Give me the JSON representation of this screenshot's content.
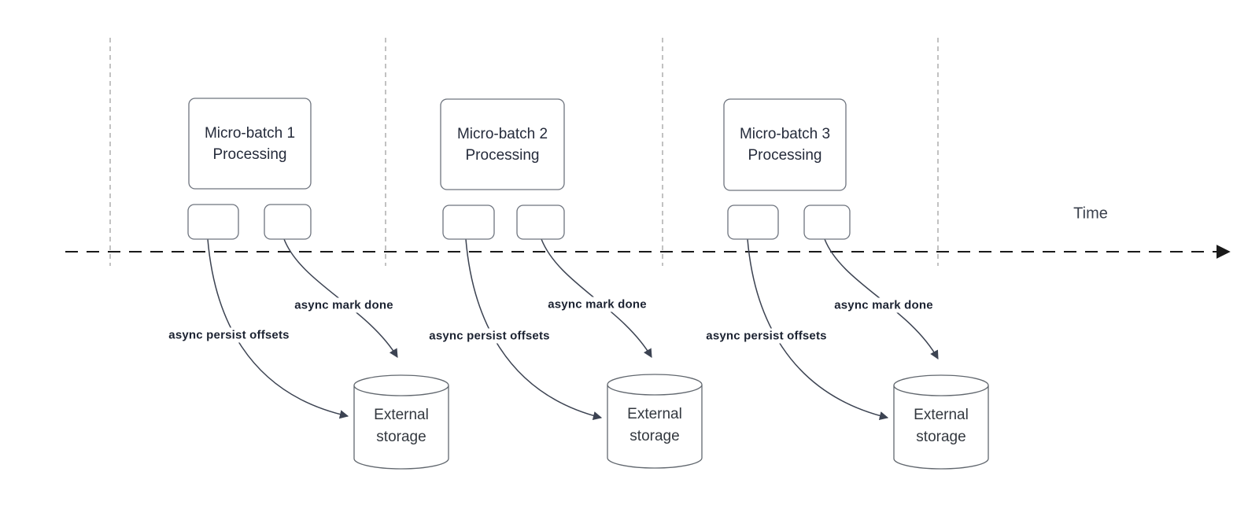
{
  "diagram": {
    "timeline": {
      "label": "Time"
    },
    "batches": [
      {
        "title": "Micro-batch 1",
        "subtitle": "Processing",
        "persist_label": "async persist offsets",
        "done_label": "async mark done",
        "storage": {
          "line1": "External",
          "line2": "storage"
        }
      },
      {
        "title": "Micro-batch 2",
        "subtitle": "Processing",
        "persist_label": "async persist offsets",
        "done_label": "async mark done",
        "storage": {
          "line1": "External",
          "line2": "storage"
        }
      },
      {
        "title": "Micro-batch 3",
        "subtitle": "Processing",
        "persist_label": "async persist offsets",
        "done_label": "async mark done",
        "storage": {
          "line1": "External",
          "line2": "storage"
        }
      }
    ],
    "colors": {
      "canvas_bg": "#ffffff",
      "shape_stroke": "#6e747e",
      "arrow": "#3c4352",
      "timeline": "#1a1a1a",
      "guide_line": "#adadad",
      "edge_label_text": "#1b2231",
      "node_text": "#252b3b"
    }
  }
}
